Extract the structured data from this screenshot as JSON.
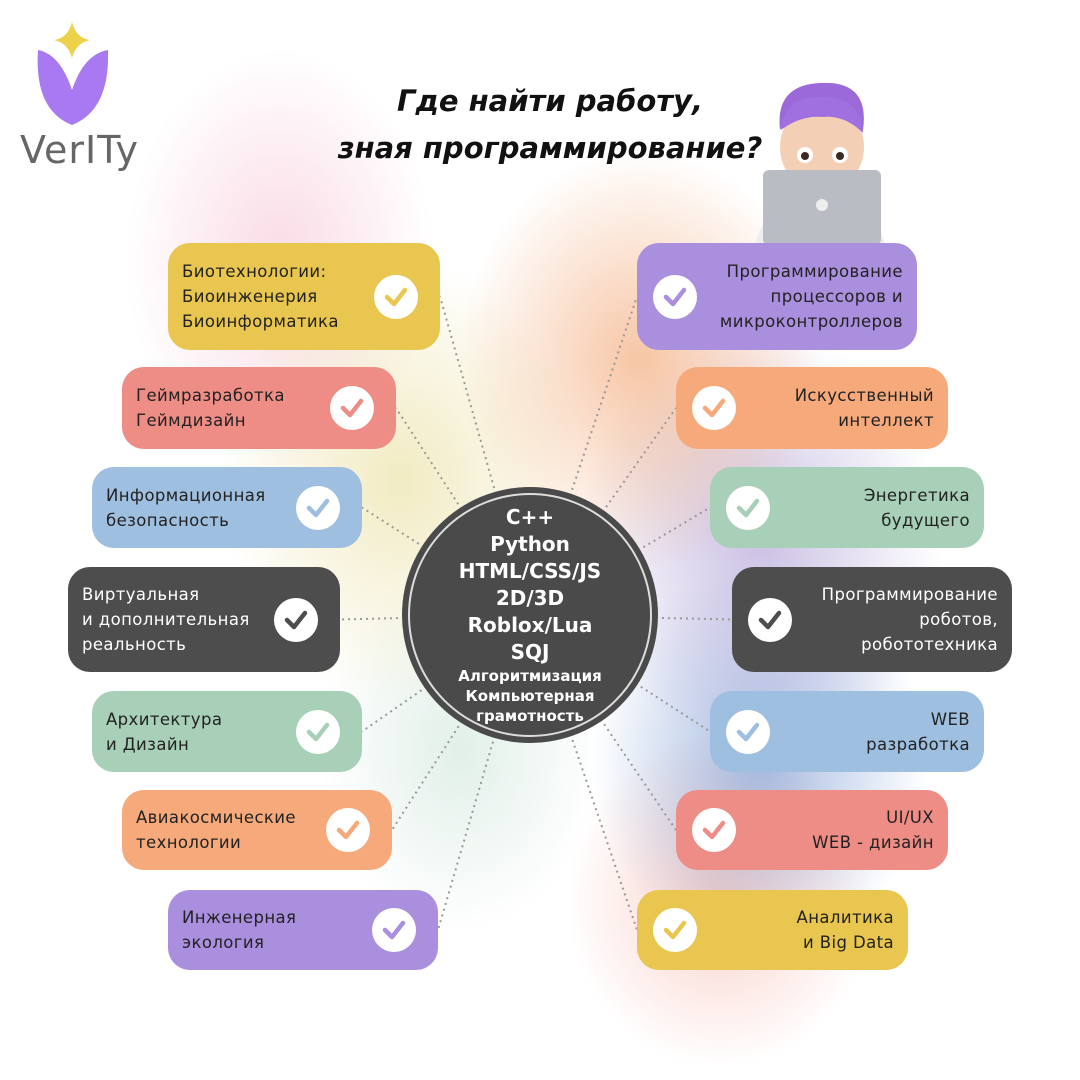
{
  "brand": {
    "name": "VerITy"
  },
  "title": {
    "line1": "Где найти работу,",
    "line2": "зная программирование?"
  },
  "center": {
    "big": [
      "C++",
      "Python",
      "HTML/CSS/JS",
      "2D/3D",
      "Roblox/Lua",
      "SQJ"
    ],
    "small": [
      "Алгоритмизация",
      "Компьютерная",
      "грамотность"
    ]
  },
  "left": [
    {
      "lines": [
        "Биотехнологии:",
        "Биоинженерия",
        "Биоинформатика"
      ],
      "color": "#e9c650"
    },
    {
      "lines": [
        "Геймразработка",
        "Геймдизайн"
      ],
      "color": "#ee8c86"
    },
    {
      "lines": [
        "Информационная",
        "безопасность"
      ],
      "color": "#9ebfe0"
    },
    {
      "lines": [
        "Виртуальная",
        "и дополнительная",
        "реальность"
      ],
      "color": "#4d4d4d"
    },
    {
      "lines": [
        "Архитектура",
        "и Дизайн"
      ],
      "color": "#a8cfb8"
    },
    {
      "lines": [
        "Авиакосмические",
        "технологии"
      ],
      "color": "#f6aa7c"
    },
    {
      "lines": [
        "Инженерная",
        "экология"
      ],
      "color": "#a98fde"
    }
  ],
  "right": [
    {
      "lines": [
        "Программирование",
        "процессоров и",
        "микроконтроллеров"
      ],
      "color": "#a98fde"
    },
    {
      "lines": [
        "Искусственный",
        "интеллект"
      ],
      "color": "#f6aa7c"
    },
    {
      "lines": [
        "Энергетика",
        "будущего"
      ],
      "color": "#a8cfb8"
    },
    {
      "lines": [
        "Программирование",
        "роботов,",
        "робототехника"
      ],
      "color": "#4d4d4d"
    },
    {
      "lines": [
        "WEB",
        "разработка"
      ],
      "color": "#9ebfe0"
    },
    {
      "lines": [
        "UI/UX",
        "WEB - дизайн"
      ],
      "color": "#ee8c86"
    },
    {
      "lines": [
        "Аналитика",
        "и Big Data"
      ],
      "color": "#e9c650"
    }
  ]
}
